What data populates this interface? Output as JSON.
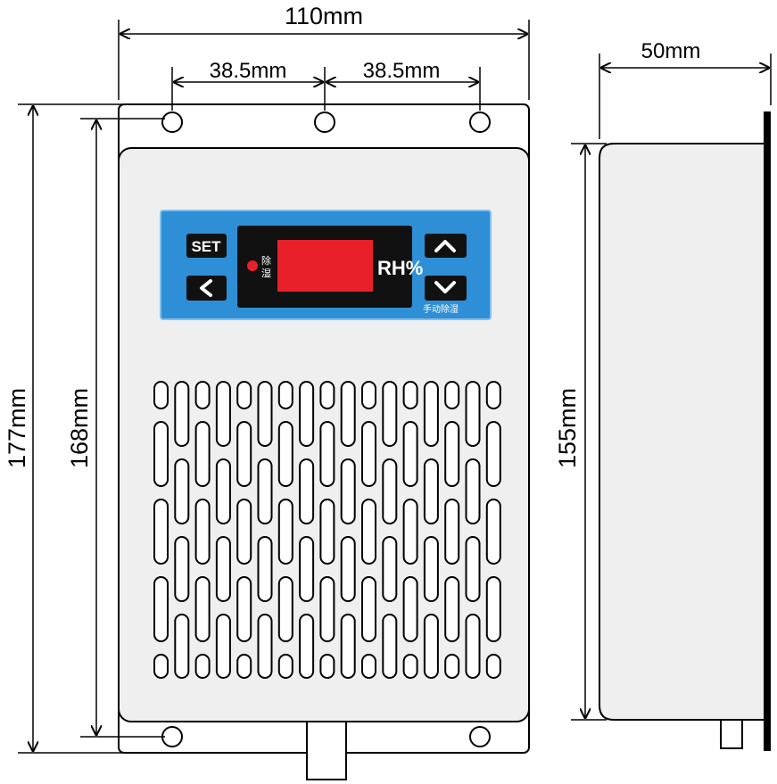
{
  "dimensions": {
    "width_total": "110mm",
    "hole_spacing_left": "38.5mm",
    "hole_spacing_right": "38.5mm",
    "height_total": "177mm",
    "height_cover": "168mm",
    "depth": "50mm",
    "side_height": "155mm"
  },
  "panel": {
    "set_label": "SET",
    "unit_label": "RH%",
    "indicator_label_1": "除",
    "indicator_label_2": "湿",
    "manual_label": "手动除湿"
  },
  "colors": {
    "panel_blue": "#2f8fd6",
    "display_red": "#e8202a",
    "display_bg": "#111111",
    "cover_fill": "#efefef"
  }
}
